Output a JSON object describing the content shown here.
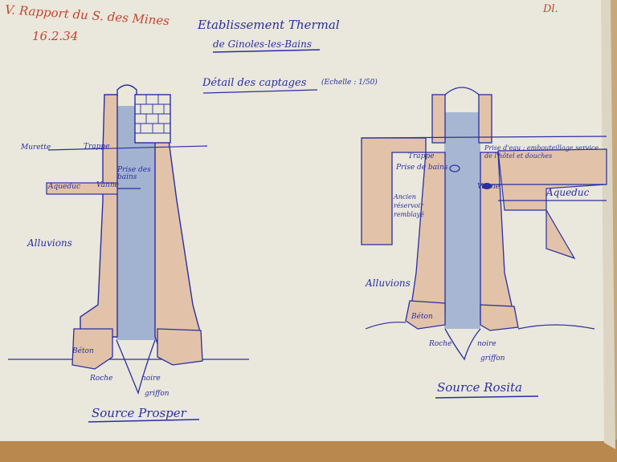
{
  "header": {
    "annotation_line1": "V. Rapport du S. des Mines",
    "annotation_date": "16.2.34",
    "corner_mark": "Dl.",
    "title_line1": "Etablissement Thermal",
    "title_line2": "de Ginoles-les-Bains",
    "subtitle": "Détail des captages",
    "scale": "(Echelle : 1/50)"
  },
  "left": {
    "murette": "Murette",
    "trappe": "Trappe",
    "prise_des_bains": "Prise des bains",
    "aqueduc": "Aqueduc",
    "vanne": "Vanne",
    "alluvions": "Alluvions",
    "beton": "Béton",
    "roche": "Roche",
    "noire": "noire",
    "griffon": "griffon",
    "caption": "Source Prosper"
  },
  "right": {
    "trappe": "Trappe",
    "prise_des_bains": "Prise de bains",
    "prise_eau": "Prise d'eau : embouteillage service de l'hôtel et douches",
    "ancien_reservoir": "Ancien réservoir remblayé",
    "vanne": "Vanne",
    "aqueduc": "Aqueduc",
    "alluvions": "Alluvions",
    "beton": "Béton",
    "roche": "Roche",
    "noire": "noire",
    "griffon": "griffon",
    "caption": "Source Rosita"
  },
  "colors": {
    "paper": "#eae7dc",
    "ink": "#2a2fa0",
    "red_ink": "#c2452f",
    "masonry": "#e2c3aa",
    "water": "#8aa2cf"
  }
}
